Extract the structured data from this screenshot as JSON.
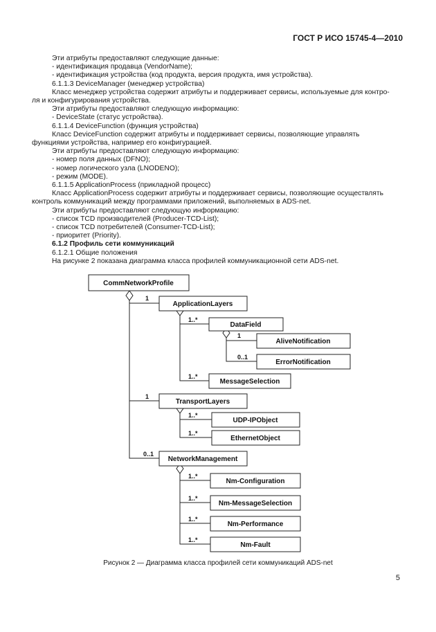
{
  "header": {
    "doc_id": "ГОСТ Р ИСО 15745-4—2010"
  },
  "paragraphs": [
    "Эти атрибуты предоставляют следующие данные:",
    "- идентификация продавца (VendorName);",
    "- идентификация устройства (код продукта, версия продукта, имя устройства).",
    "6.1.1.3 DeviceManager (менеджер устройства)",
    "Класс менеджер устройства содержит атрибуты и поддерживает сервисы, используемые для контро-",
    "ля и конфигурирования устройства.",
    "Эти атрибуты предоставляют следующую информацию:",
    "- DeviceState (статус устройства).",
    "6.1.1.4 DeviceFunction (функция устройства)",
    "Класс DeviceFunction содержит атрибуты и поддерживает сервисы, позволяющие управлять",
    "функциями устройства, например его конфигурацией.",
    "Эти атрибуты предоставляют следующую информацию:",
    "- номер поля данных (DFNO);",
    "- номер логического узла (LNODENO);",
    "- режим (MODE).",
    "6.1.1.5 ApplicationProcess (прикладной процесс)",
    "Класс ApplicationProcess содержит атрибуты и поддерживает сервисы, позволяющие осуществлять",
    "контроль коммуникаций между программами приложений, выполняемых в ADS-net.",
    "Эти атрибуты предоставляют следующую информацию:",
    "- список TCD производителей (Producer-TCD-List);",
    "- список TCD потребителей (Consumer-TCD-List);",
    "- приоритет (Priority).",
    "6.1.2 Профиль сети коммуникаций",
    "6.1.2.1 Общие положения",
    "На рисунке 2 показана диаграмма класса профилей коммуникационной сети ADS-net."
  ],
  "diagram": {
    "root": "CommNetworkProfile",
    "classes": {
      "application_layers": "ApplicationLayers",
      "data_field": "DataField",
      "alive_notification": "AliveNotification",
      "error_notification": "ErrorNotification",
      "message_selection": "MessageSelection",
      "transport_layers": "TransportLayers",
      "udp_ip_object": "UDP-IPObject",
      "ethernet_object": "EthernetObject",
      "network_management": "NetworkManagement",
      "nm_configuration": "Nm-Configuration",
      "nm_message_selection": "Nm-MessageSelection",
      "nm_performance": "Nm-Performance",
      "nm_fault": "Nm-Fault"
    },
    "multiplicities": {
      "application_layers": "1",
      "data_field": "1..*",
      "alive_notification": "1",
      "error_notification": "0..1",
      "message_selection": "1..*",
      "transport_layers": "1",
      "udp_ip_object": "1..*",
      "ethernet_object": "1..*",
      "network_management": "0..1",
      "nm_configuration": "1..*",
      "nm_message_selection": "1..*",
      "nm_performance": "1..*",
      "nm_fault": "1..*"
    }
  },
  "caption": "Рисунок 2 — Диаграмма класса профилей сети коммуникаций ADS-net",
  "page_number": "5"
}
